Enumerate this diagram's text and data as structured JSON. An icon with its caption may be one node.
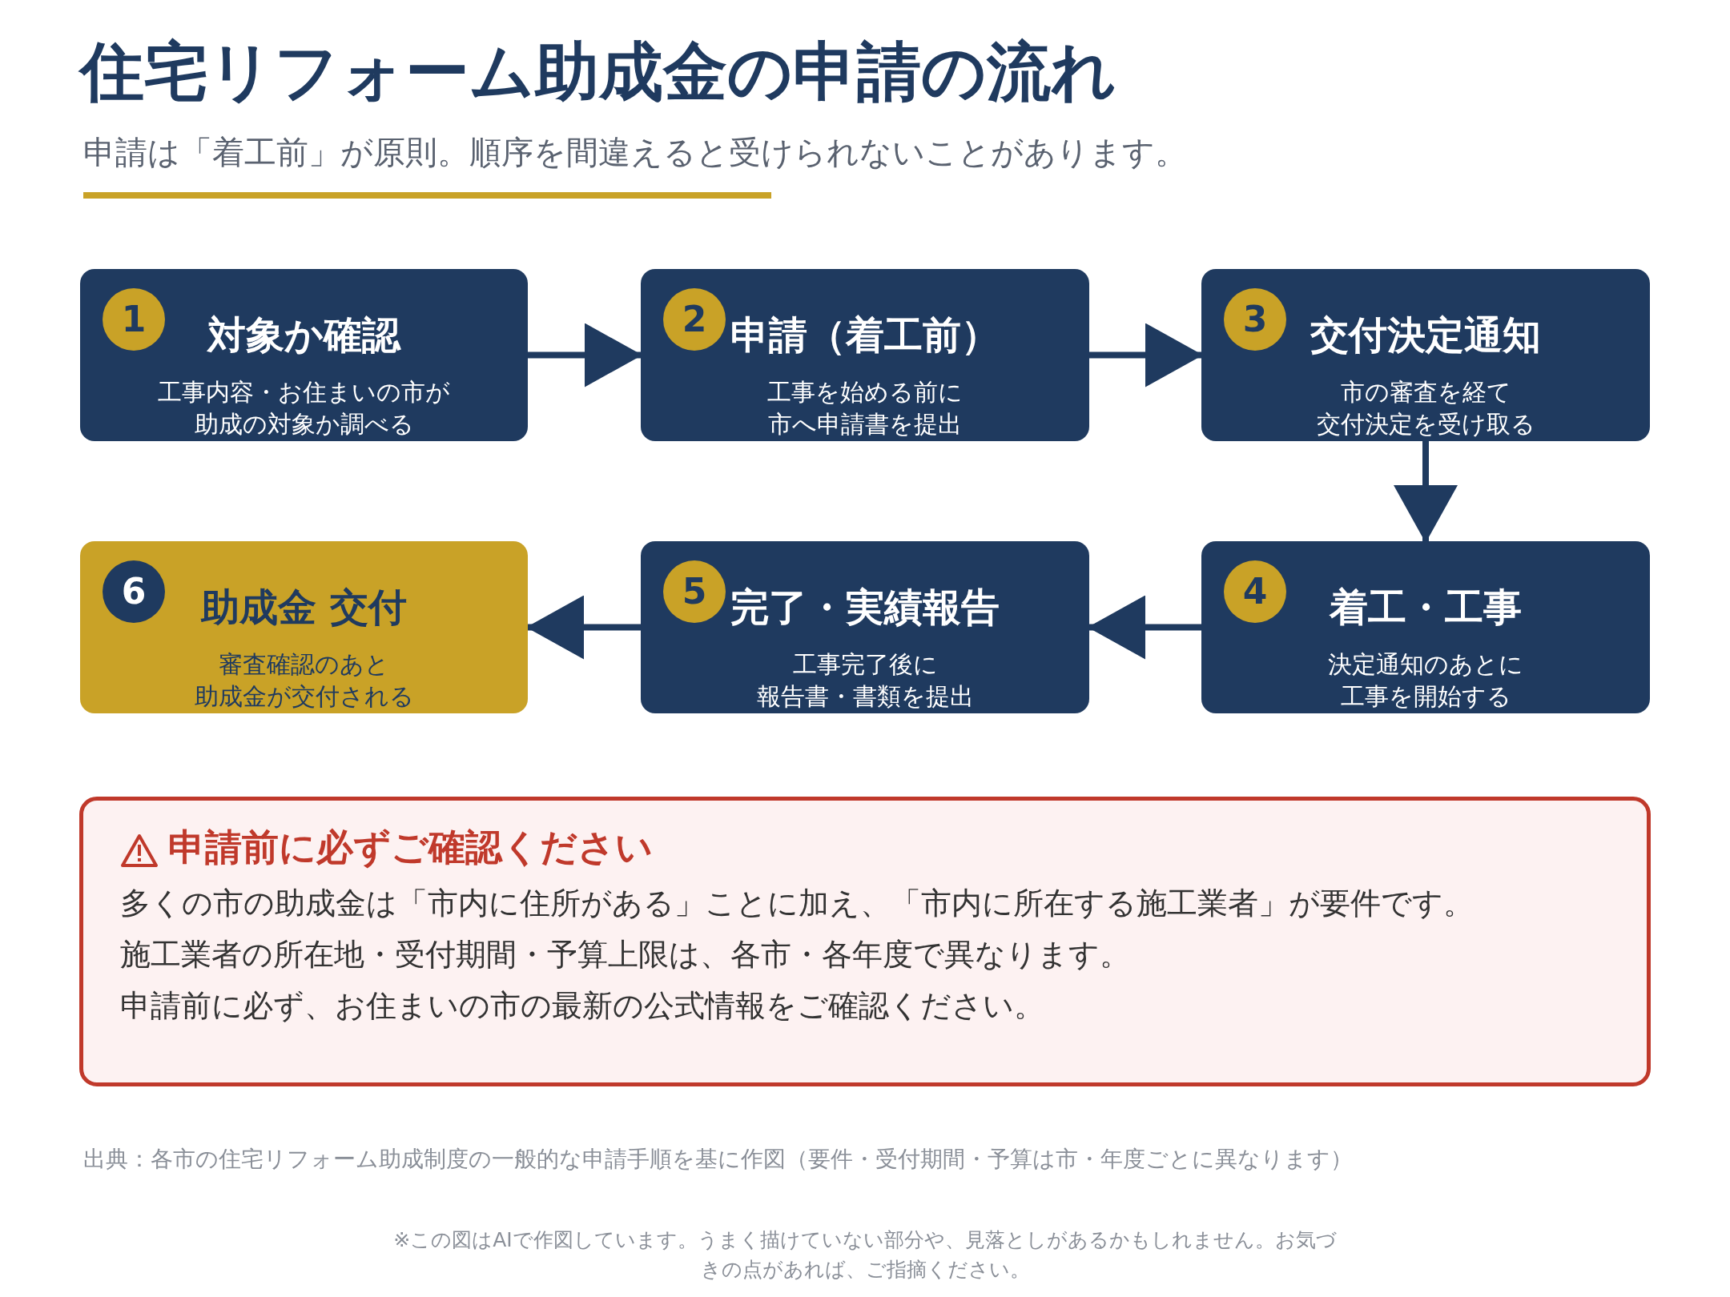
{
  "diagram": {
    "title": "住宅リフォーム助成金の申請の流れ",
    "nodes": [
      {
        "text": [
          "1",
          "対象か確認",
          "工事内容・お住まいの市が助成の対象か調べる"
        ]
      },
      {
        "text": [
          "2",
          "申請（着工前）",
          "工事を始める前に市へ申請書を提出"
        ]
      },
      {
        "text": [
          "3",
          "交付決定通知",
          "市の審査を経て交付決定を受け取る"
        ]
      },
      {
        "text": [
          "4",
          "着工・工事",
          "決定通知のあとに工事を開始する"
        ]
      },
      {
        "text": [
          "5",
          "完了・実績報告",
          "工事完了後に報告書・書類を提出"
        ]
      },
      {
        "text": [
          "6",
          "助成金 交付",
          "審査確認のあと助成金が交付される"
        ]
      },
      {
        "text": [
          "申請前に必ずご確認ください",
          "多くの市の助成金は「市内に住所がある」ことに加え、「市内に所在する施工業者」が要件です。",
          "施工業者の所在地・受付期間・予算上限は、各市・各年度で異なります。",
          "申請前に必ず、お住まいの市の最新の公式情報をご確認ください。"
        ]
      }
    ],
    "edges": [
      {
        "from": 0,
        "to": 1,
        "arrow": "to"
      },
      {
        "from": 1,
        "to": 2,
        "arrow": "to"
      },
      {
        "from": 2,
        "to": 3,
        "arrow": "to"
      },
      {
        "from": 3,
        "to": 4,
        "arrow": "to"
      },
      {
        "from": 4,
        "to": 5,
        "arrow": "to"
      }
    ],
    "labels": [
      "申請は「着工前」が原則。順序を間違えると受けられないことがあります。",
      "出典：各市の住宅リフォーム助成制度の一般的な申請手順を基に作図（要件・受付期間・予算は市・年度ごとに異なります）",
      "※この図はAIで作図しています。うまく描けていない部分や、見落としがあるかもしれません。お気づきの点があれば、ご指摘ください。"
    ]
  }
}
